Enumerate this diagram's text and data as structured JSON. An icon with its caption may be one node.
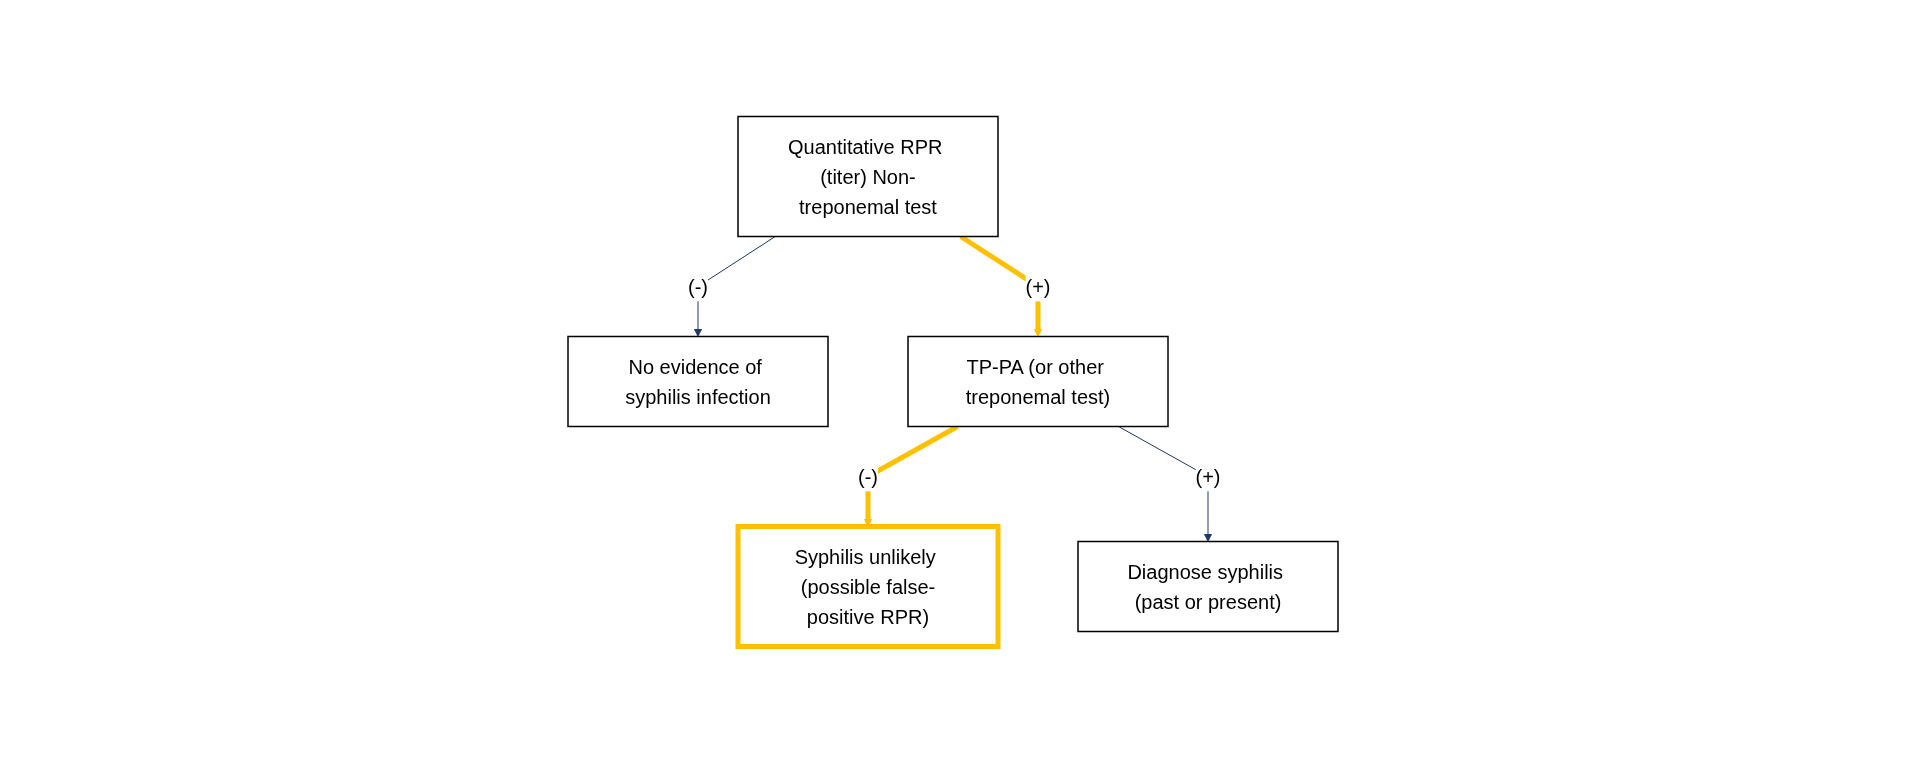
{
  "diagram": {
    "nodes": [
      {
        "text": [
          "Quantitative RPR (titer) Non-treponemal test"
        ]
      },
      {
        "text": [
          "No evidence of syphilis infection"
        ]
      },
      {
        "text": [
          "TP-PA (or other treponemal test)"
        ]
      },
      {
        "text": [
          "Syphilis unlikely (possible false-positive RPR)"
        ]
      },
      {
        "text": [
          "Diagnose syphilis (past or present)"
        ]
      }
    ],
    "edges": [
      {
        "from": 0,
        "to": 1,
        "arrow": "to",
        "label": "(-)"
      },
      {
        "from": 0,
        "to": 2,
        "arrow": "to",
        "label": "(+)",
        "style": "thick",
        "color": "#ffc000"
      },
      {
        "from": 2,
        "to": 3,
        "arrow": "to",
        "label": "(-)",
        "style": "thick",
        "color": "#ffc000"
      },
      {
        "from": 2,
        "to": 4,
        "arrow": "to",
        "label": "(+)"
      }
    ]
  }
}
